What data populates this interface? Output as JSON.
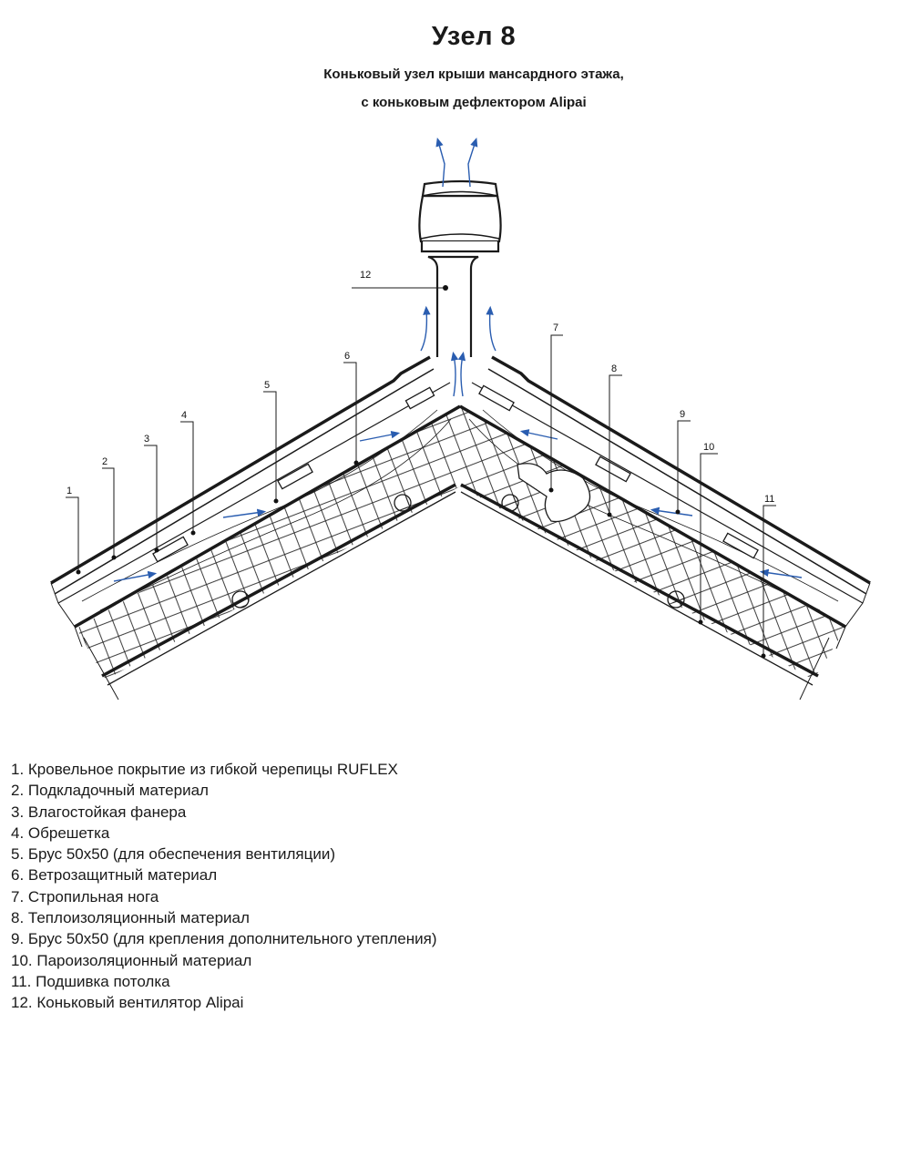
{
  "title": "Узел 8",
  "subtitle_line1": "Коньковый узел крыши мансардного этажа,",
  "subtitle_line2": "с коньковым дефлектором Alipai",
  "callouts": [
    "1",
    "2",
    "3",
    "4",
    "5",
    "6",
    "7",
    "8",
    "9",
    "10",
    "11",
    "12"
  ],
  "legend": [
    "1. Кровельное покрытие из гибкой черепицы RUFLEX",
    "2. Подкладочный материал",
    "3. Влагостойкая фанера",
    "4. Обрешетка",
    "5. Брус 50х50 (для обеспечения вентиляции)",
    "6. Ветрозащитный материал",
    "7. Стропильная нога",
    "8. Теплоизоляционный материал",
    "9. Брус 50х50 (для крепления дополнительного утепления)",
    "10. Пароизоляционный материал",
    "11. Подшивка потолка",
    "12. Коньковый вентилятор Alipai"
  ],
  "colors": {
    "airflow": "#2a5db0",
    "line": "#1a1a1a"
  }
}
